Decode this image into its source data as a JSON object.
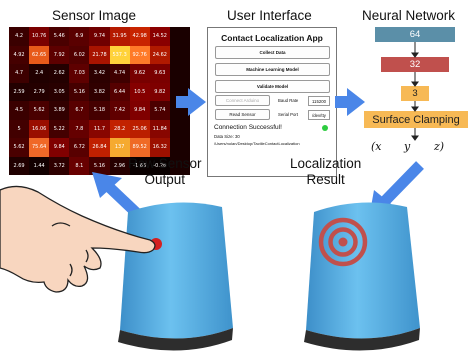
{
  "titles": {
    "sensor_image": "Sensor Image",
    "user_interface": "User Interface",
    "neural_network": "Neural Network"
  },
  "heatmap": {
    "rows": [
      [
        "4.2",
        "10.76",
        "5.46",
        "6.9",
        "9.74",
        "31.95",
        "42.98",
        "14.52"
      ],
      [
        "4.92",
        "62.65",
        "7.92",
        "6.02",
        "21.78",
        "537.3",
        "92.76",
        "24.62"
      ],
      [
        "4.7",
        "2.4",
        "2.62",
        "7.03",
        "3.42",
        "4.74",
        "9.62",
        "9.63"
      ],
      [
        "2.59",
        "2.79",
        "3.05",
        "5.16",
        "3.82",
        "6.44",
        "10.5",
        "9.82"
      ],
      [
        "4.5",
        "5.62",
        "3.89",
        "6.7",
        "5.18",
        "7.42",
        "9.84",
        "5.74"
      ],
      [
        "5",
        "16.06",
        "5.22",
        "7.8",
        "11.7",
        "28.2",
        "25.06",
        "11.84"
      ],
      [
        "5.62",
        "75.64",
        "9.84",
        "6.72",
        "26.84",
        "137",
        "89.52",
        "16.32"
      ],
      [
        "2.69",
        "1.44",
        "3.72",
        "8.1",
        "5.16",
        "2.96",
        "-1.66",
        "-0.26"
      ]
    ],
    "colors": [
      [
        "#3a0000",
        "#7a0000",
        "#4a0000",
        "#5a0000",
        "#700000",
        "#b51a00",
        "#c82400",
        "#8a0000"
      ],
      [
        "#450000",
        "#e85a1a",
        "#5d0000",
        "#520000",
        "#a81400",
        "#ffd23a",
        "#ff7a28",
        "#b01a00"
      ],
      [
        "#3d0000",
        "#200000",
        "#230000",
        "#5e0000",
        "#2c0000",
        "#3f0000",
        "#780000",
        "#7a0000"
      ],
      [
        "#220000",
        "#240000",
        "#280000",
        "#450000",
        "#300000",
        "#550000",
        "#850000",
        "#7e0000"
      ],
      [
        "#3a0000",
        "#4a0000",
        "#320000",
        "#580000",
        "#450000",
        "#600000",
        "#800000",
        "#4c0000"
      ],
      [
        "#420000",
        "#9a0e00",
        "#440000",
        "#650000",
        "#880600",
        "#c22200",
        "#bb1e00",
        "#880600"
      ],
      [
        "#4a0000",
        "#f06828",
        "#800000",
        "#580000",
        "#c02000",
        "#f5aa30",
        "#ef6a26",
        "#9c1000"
      ],
      [
        "#200000",
        "#120000",
        "#2e0000",
        "#680000",
        "#440000",
        "#260000",
        "#0a0000",
        "#080000"
      ]
    ]
  },
  "ui": {
    "app_title": "Contact Localization App",
    "collect_data": "Collect Data",
    "ml_model": "Machine Learning Model",
    "validate_model": "Validate Model",
    "connect_arduino": "Connect Arduino",
    "baud_rate_label": "Baud Rate",
    "baud_rate_value": "115200",
    "read_sensor": "Read Sensor",
    "serial_port_label": "Serial Port",
    "serial_port_value": "/dev/tty",
    "status": "Connection Successful!",
    "data_size": "Data Size: 30",
    "path": "/Users/nolan/Desktop/TactileContactLocalization"
  },
  "network": {
    "layers": [
      "64",
      "32",
      "3"
    ],
    "clamp": "Surface Clamping",
    "vars": [
      "(x",
      "y",
      "z)"
    ]
  },
  "captions": {
    "raw_line1": "Raw Sensor",
    "raw_line2": "Output",
    "loc_line1": "Localization",
    "loc_line2": "Result"
  },
  "colors": {
    "arrow_blue": "#4a86e8",
    "layer_64": "#5b8fa8",
    "layer_32": "#c0504d",
    "layer_3": "#f7b955",
    "clamp": "#f7b955",
    "sleeve": "#5fb4e8",
    "status_green": "#2ecc40"
  }
}
